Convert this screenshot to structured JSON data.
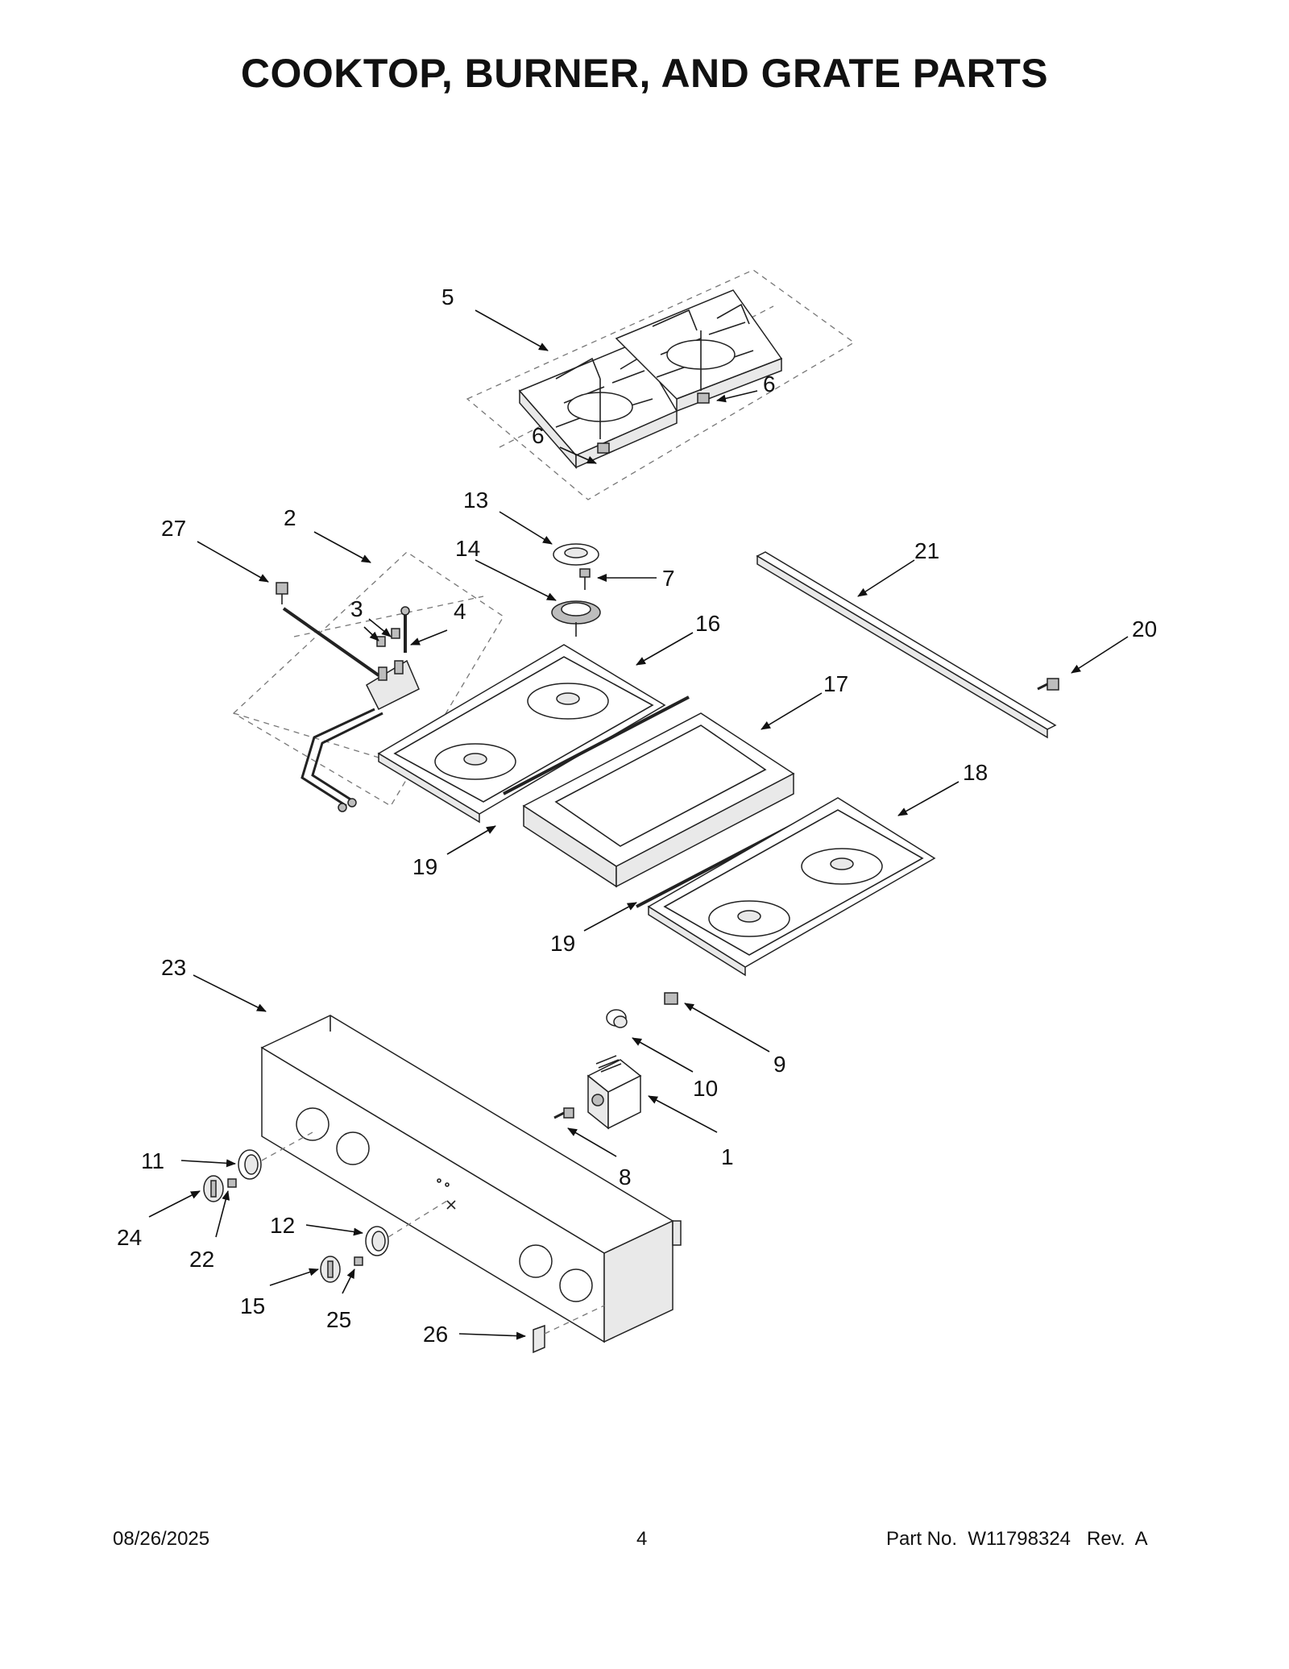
{
  "title": "COOKTOP, BURNER, AND GRATE PARTS",
  "footer": {
    "date": "08/26/2025",
    "page": "4",
    "part_label": "Part No.",
    "part_number": "W11798324",
    "rev_label": "Rev.",
    "rev": "A"
  },
  "callouts": {
    "c1": "1",
    "c2": "2",
    "c3": "3",
    "c4": "4",
    "c5": "5",
    "c6a": "6",
    "c6b": "6",
    "c7": "7",
    "c8": "8",
    "c9": "9",
    "c10": "10",
    "c11": "11",
    "c12": "12",
    "c13": "13",
    "c14": "14",
    "c15": "15",
    "c16": "16",
    "c17": "17",
    "c18": "18",
    "c19a": "19",
    "c19b": "19",
    "c20": "20",
    "c21": "21",
    "c22": "22",
    "c23": "23",
    "c24": "24",
    "c25": "25",
    "c26": "26",
    "c27": "27"
  }
}
